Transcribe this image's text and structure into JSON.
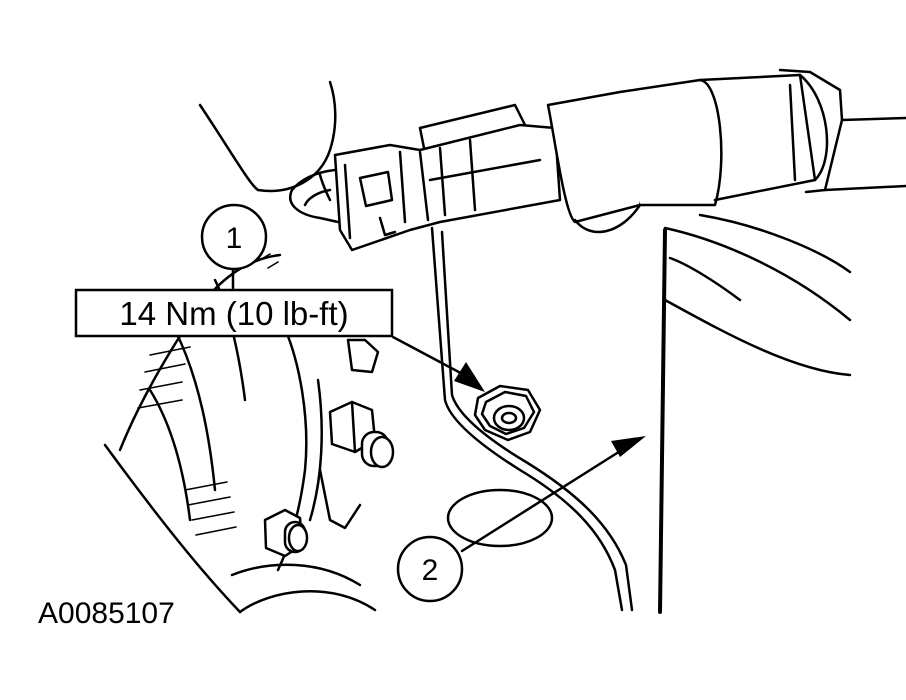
{
  "callouts": [
    {
      "label": "1"
    },
    {
      "label": "2"
    }
  ],
  "torque_spec": "14 Nm (10 lb-ft)",
  "figure_id": "A0085107",
  "colors": {
    "ink": "#000000",
    "paper": "#ffffff"
  }
}
